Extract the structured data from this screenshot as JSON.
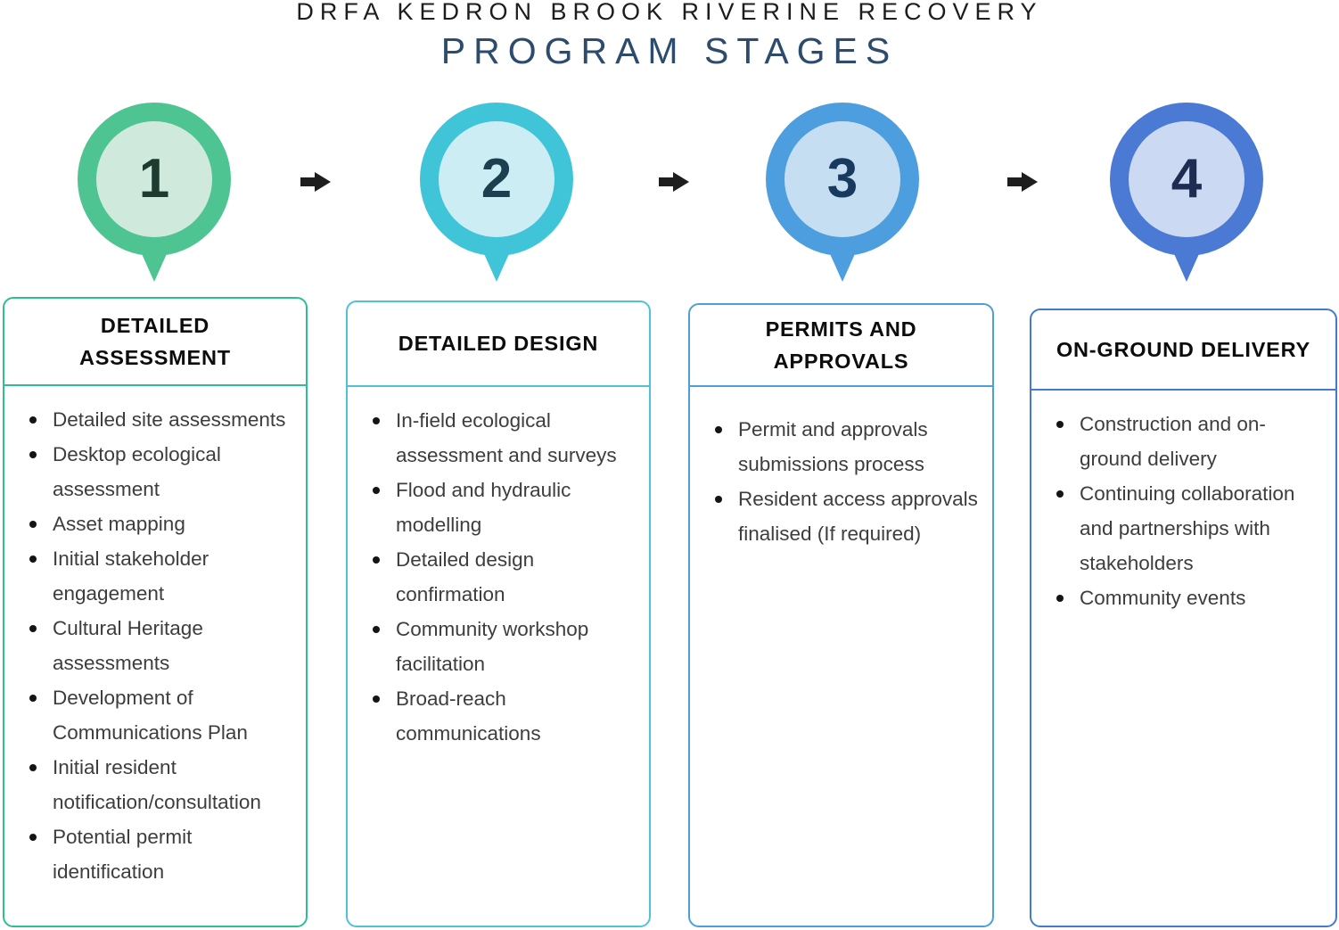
{
  "title": {
    "line1": "DRFA KEDRON BROOK RIVERINE RECOVERY",
    "line2": "PROGRAM STAGES"
  },
  "icons": {
    "between_stages": "right-arrow",
    "stage_marker": "map-pin"
  },
  "stages": [
    {
      "number": "1",
      "heading_lines": [
        "DETAILED",
        "ASSESSMENT"
      ],
      "colors": {
        "ring": "#4dc491",
        "fill": "#cfeadd",
        "border": "#2dbf92",
        "number": "#1e3b31"
      },
      "items": [
        "Detailed site assessments",
        "Desktop ecological assessment",
        "Asset mapping",
        "Initial stakeholder engagement",
        "Cultural Heritage assessments",
        "Development of Communications Plan",
        "Initial resident notification/consultation",
        "Potential permit identification"
      ]
    },
    {
      "number": "2",
      "heading_lines": [
        "DETAILED DESIGN"
      ],
      "colors": {
        "ring": "#40c4d8",
        "fill": "#cbedf3",
        "border": "#4fc3d4",
        "number": "#1d4051"
      },
      "items": [
        "In-field ecological assessment and surveys",
        "Flood and hydraulic modelling",
        "Detailed design confirmation",
        "Community workshop facilitation",
        "Broad-reach communications"
      ]
    },
    {
      "number": "3",
      "heading_lines": [
        "PERMITS AND",
        "APPROVALS"
      ],
      "colors": {
        "ring": "#4c9ede",
        "fill": "#c6def2",
        "border": "#4d9fd8",
        "number": "#173a5e"
      },
      "items": [
        "Permit and approvals submissions process",
        "Resident access approvals finalised (If required)"
      ]
    },
    {
      "number": "4",
      "heading_lines": [
        "ON-GROUND DELIVERY"
      ],
      "colors": {
        "ring": "#4a7ad3",
        "fill": "#ccd9f2",
        "border": "#4579ca",
        "number": "#1e2c52"
      },
      "items": [
        "Construction and on-ground delivery",
        "Continuing collaboration and partnerships with stakeholders",
        "Community events"
      ]
    }
  ]
}
